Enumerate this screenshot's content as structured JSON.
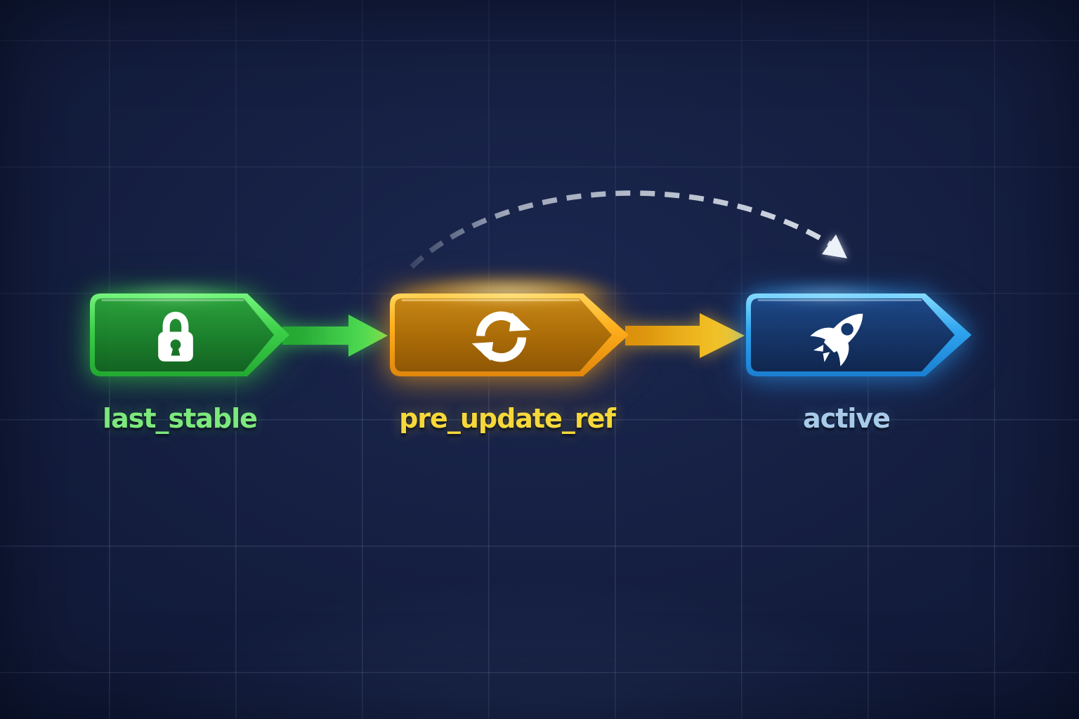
{
  "diagram": {
    "nodes": [
      {
        "label": "last_stable",
        "icon": "lock-icon",
        "border_color": "#4ae455",
        "fill_color": "#1d8a2e",
        "label_color": "#7de87d"
      },
      {
        "label": "pre_update_ref",
        "icon": "sync-icon",
        "border_color": "#ffb824",
        "fill_color": "#b4750c",
        "label_color": "#f7d83a"
      },
      {
        "label": "active",
        "icon": "rocket-icon",
        "border_color": "#31a7f0",
        "fill_color": "#16356a",
        "label_color": "#a8cbe9"
      }
    ],
    "connectors": [
      {
        "from": "last_stable",
        "to": "pre_update_ref",
        "style": "solid-arrow",
        "color": "#49e351"
      },
      {
        "from": "pre_update_ref",
        "to": "active",
        "style": "solid-arrow",
        "color": "#ffc428"
      },
      {
        "from": "pre_update_ref",
        "to": "active",
        "style": "dashed-curved-arrow",
        "color": "#ccd3de"
      }
    ],
    "background": {
      "base_color": "#131c3c",
      "grid_color": "rgba(185,205,245,0.08)"
    }
  }
}
